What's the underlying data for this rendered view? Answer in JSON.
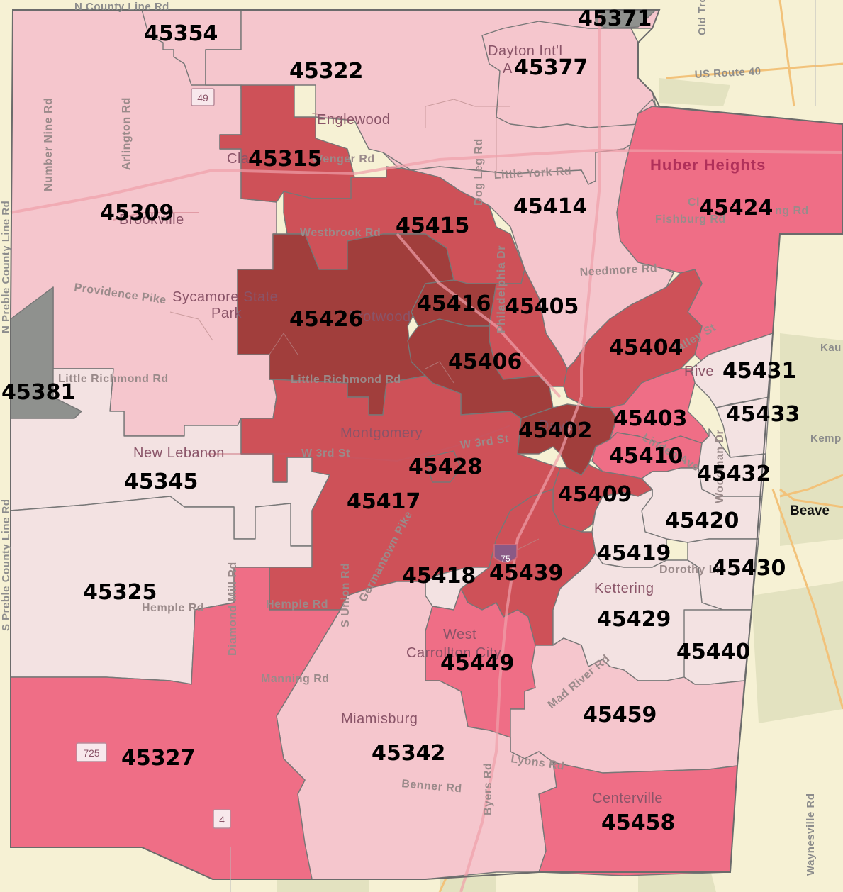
{
  "colors": {
    "background": "#f6f1d4",
    "county_border": "#6b6b6b",
    "very_light": "#f3e2e2",
    "light": "#f5c6cd",
    "medium": "#ef6e86",
    "dark": "#ce5158",
    "darkest": "#a13e3c",
    "no_data": "#8f918e"
  },
  "zip_labels": [
    {
      "code": "45354",
      "color": "light"
    },
    {
      "code": "45371",
      "color": "no_data"
    },
    {
      "code": "45322",
      "color": "light"
    },
    {
      "code": "45377",
      "color": "light"
    },
    {
      "code": "45315",
      "color": "dark"
    },
    {
      "code": "45309",
      "color": "light"
    },
    {
      "code": "45414",
      "color": "light"
    },
    {
      "code": "45424",
      "color": "medium"
    },
    {
      "code": "45415",
      "color": "dark"
    },
    {
      "code": "45426",
      "color": "darkest"
    },
    {
      "code": "45416",
      "color": "darkest"
    },
    {
      "code": "45405",
      "color": "dark"
    },
    {
      "code": "45404",
      "color": "dark"
    },
    {
      "code": "45406",
      "color": "darkest"
    },
    {
      "code": "45431",
      "color": "very_light"
    },
    {
      "code": "45381",
      "color": "no_data"
    },
    {
      "code": "45402",
      "color": "darkest"
    },
    {
      "code": "45403",
      "color": "medium"
    },
    {
      "code": "45433",
      "color": "very_light"
    },
    {
      "code": "45410",
      "color": "medium"
    },
    {
      "code": "45428",
      "color": "dark"
    },
    {
      "code": "45345",
      "color": "very_light"
    },
    {
      "code": "45432",
      "color": "very_light"
    },
    {
      "code": "45417",
      "color": "dark"
    },
    {
      "code": "45409",
      "color": "dark"
    },
    {
      "code": "45420",
      "color": "very_light"
    },
    {
      "code": "45419",
      "color": "very_light"
    },
    {
      "code": "45430",
      "color": "very_light"
    },
    {
      "code": "45325",
      "color": "very_light"
    },
    {
      "code": "45418",
      "color": "dark"
    },
    {
      "code": "45439",
      "color": "dark"
    },
    {
      "code": "45429",
      "color": "very_light"
    },
    {
      "code": "45440",
      "color": "very_light"
    },
    {
      "code": "45449",
      "color": "medium"
    },
    {
      "code": "45459",
      "color": "light"
    },
    {
      "code": "45327",
      "color": "medium"
    },
    {
      "code": "45342",
      "color": "light"
    },
    {
      "code": "45458",
      "color": "medium"
    }
  ],
  "place_labels": [
    "Englewood",
    "Dayton Int'l",
    "Huber Heights",
    "Brookville",
    "Sycamore State",
    "Park",
    "Trotwood",
    "Montgomery",
    "New Lebanon",
    "Kettering",
    "West",
    "Carrollton City",
    "Miamisburg",
    "Centerville",
    "Dayton",
    "Beave",
    "Rive",
    "Cla",
    "A"
  ],
  "road_labels": [
    "N County Line Rd",
    "US Route 40",
    "Number Nine Rd",
    "Arlington Rd",
    "Wenger Rd",
    "Dog Leg Rd",
    "Little York Rd",
    "Fishburg Rd",
    "Westbrook Rd",
    "Needmore Rd",
    "Providence Pike",
    "Little Richmond Rd",
    "W 3rd St",
    "Philadelphia Dr",
    "Valley St",
    "Hemple Rd",
    "Diamond Mill Rd",
    "Manning Rd",
    "S Union Rd",
    "Germantown Pike",
    "Mad River Rd",
    "Benner Rd",
    "Byers Rd",
    "Lyons Rd",
    "Waynesville Rd",
    "Old Troy Pike",
    "S Preble County Line Rd",
    "N Preble County Line Rd",
    "Kau",
    "Kemp",
    "ng Rd",
    "Cl",
    "Woodman Dr",
    "Dorothy Ln",
    "Linden Ave"
  ],
  "shields": [
    "49",
    "725",
    "4",
    "75"
  ]
}
